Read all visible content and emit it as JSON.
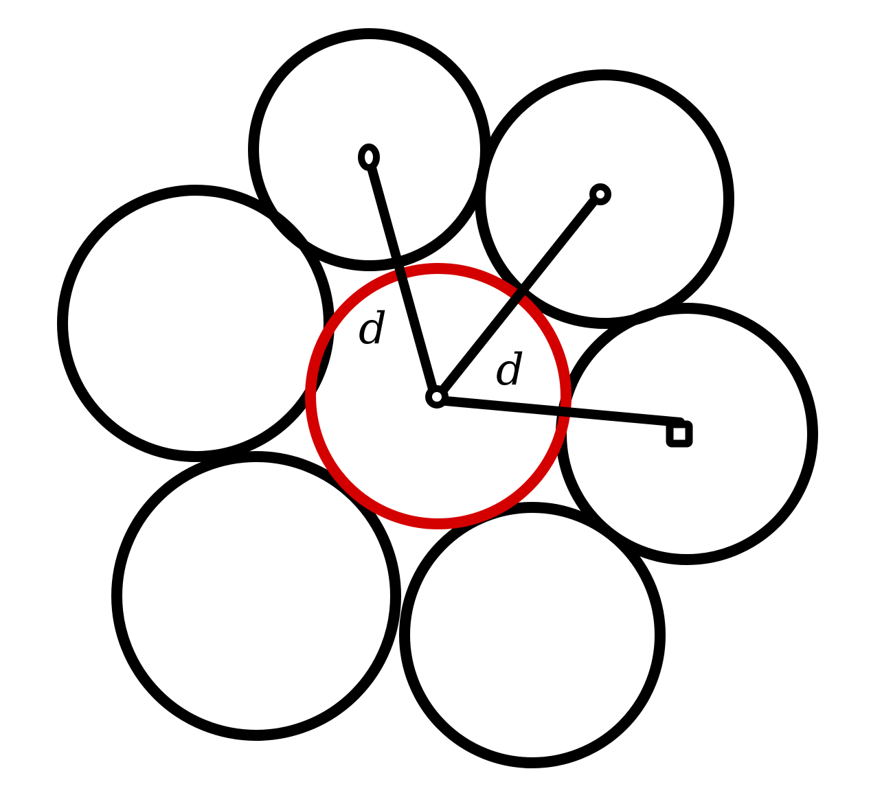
{
  "diagram": {
    "labels": {
      "left_distance": "d",
      "right_distance": "d"
    },
    "colors": {
      "outline": "#000000",
      "highlight": "#d40000"
    },
    "center_point": "small-dot",
    "far_point_marker": "square-marker",
    "surrounding_circle_count": 6
  }
}
